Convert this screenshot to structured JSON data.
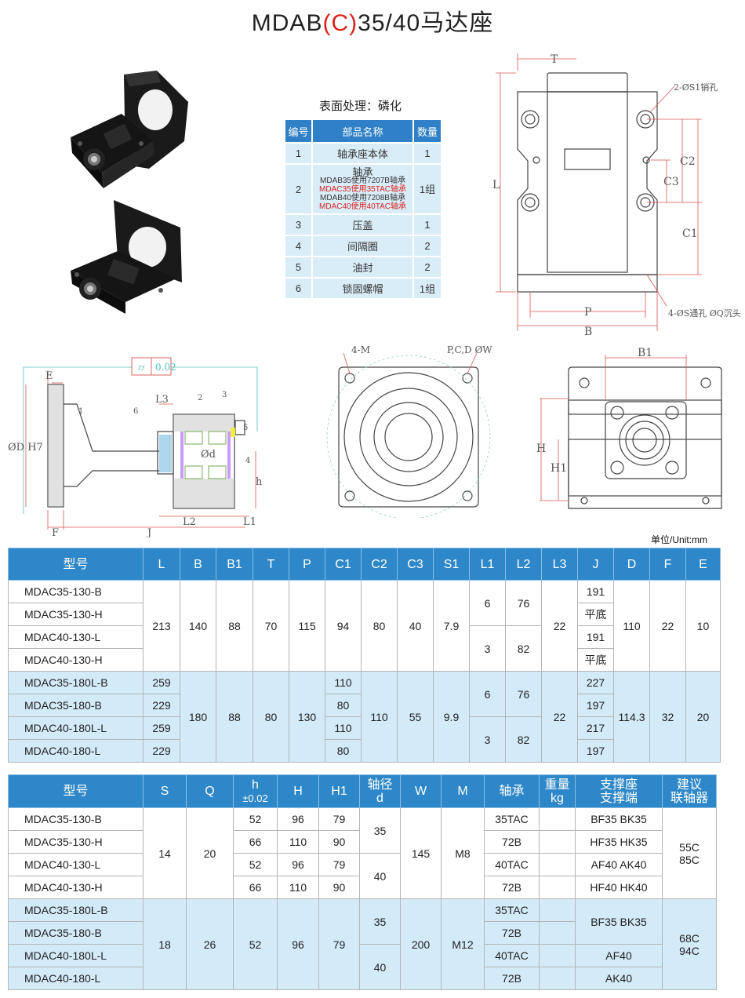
{
  "title": {
    "prefix": "MDAB",
    "paren_open": "(",
    "red": "C",
    "paren_close": ")",
    "suffix": "35/40马达座"
  },
  "surface": "表面处理：磷化",
  "parts_table": {
    "headers": [
      "编号",
      "部品名称",
      "数量"
    ],
    "rows": [
      {
        "no": "1",
        "name": "轴承座本体",
        "qty": "1"
      },
      {
        "no": "2",
        "name": "轴承",
        "qty": "1组",
        "lines": [
          {
            "text": "MDAB35使用7207B轴承",
            "red": false
          },
          {
            "text": "MDAC35使用35TAC轴承",
            "red": true
          },
          {
            "text": "MDAB40使用7208B轴承",
            "red": false
          },
          {
            "text": "MDAC40使用40TAC轴承",
            "red": true
          }
        ]
      },
      {
        "no": "3",
        "name": "压盖",
        "qty": "1"
      },
      {
        "no": "4",
        "name": "间隔圈",
        "qty": "2"
      },
      {
        "no": "5",
        "name": "油封",
        "qty": "2"
      },
      {
        "no": "6",
        "name": "锁固螺帽",
        "qty": "1组"
      }
    ]
  },
  "drawing_labels": {
    "T": "T",
    "L": "L",
    "C1": "C1",
    "C2": "C2",
    "C3": "C3",
    "P": "P",
    "B": "B",
    "pin": "2-ØS1销孔",
    "thru": "4-ØS通孔 ØQ沉头",
    "E": "E",
    "F": "F",
    "J": "J",
    "L1": "L1",
    "L2": "L2",
    "L3": "L3",
    "h": "h",
    "D": "ØD H7",
    "d": "Ød",
    "tol": "0.02",
    "n1": "1",
    "n2": "2",
    "n3": "3",
    "n4": "4",
    "n5": "5",
    "n6": "6",
    "M": "4-M",
    "PCD": "P,C,D ØW",
    "B1": "B1",
    "H": "H",
    "H1": "H1"
  },
  "unit": "单位/Unit:mm",
  "table1": {
    "headers": [
      "型号",
      "L",
      "B",
      "B1",
      "T",
      "P",
      "C1",
      "C2",
      "C3",
      "S1",
      "L1",
      "L2",
      "L3",
      "J",
      "D",
      "F",
      "E"
    ],
    "g1_models": [
      "MDAC35-130-B",
      "MDAC35-130-H",
      "MDAC40-130-L",
      "MDAC40-130-H"
    ],
    "g1": {
      "L": "213",
      "B": "140",
      "B1": "88",
      "T": "70",
      "P": "115",
      "C1": "94",
      "C2": "80",
      "C3": "40",
      "S1": "7.9",
      "L1a": "6",
      "L2a": "76",
      "L1b": "3",
      "L2b": "82",
      "L3": "22",
      "J": [
        "191",
        "平底",
        "191",
        "平底"
      ],
      "D": "110",
      "F": "22",
      "E": "10"
    },
    "g2_models": [
      "MDAC35-180L-B",
      "MDAC35-180-B",
      "MDAC40-180L-L",
      "MDAC40-180-L"
    ],
    "g2": {
      "L": [
        "259",
        "229",
        "259",
        "229"
      ],
      "B": "180",
      "B1": "88",
      "T": "80",
      "P": "130",
      "C1": [
        "110",
        "80",
        "110",
        "80"
      ],
      "C2": "110",
      "C3": "55",
      "S1": "9.9",
      "L1a": "6",
      "L2a": "76",
      "L1b": "3",
      "L2b": "82",
      "L3": "22",
      "J": [
        "227",
        "197",
        "217",
        "197"
      ],
      "D": "114.3",
      "F": "32",
      "E": "20"
    }
  },
  "table2": {
    "headers": {
      "model": "型号",
      "S": "S",
      "Q": "Q",
      "h1": "h",
      "h2": "±0.02",
      "H": "H",
      "H1": "H1",
      "d1": "轴径",
      "d2": "d",
      "W": "W",
      "M": "M",
      "brg": "轴承",
      "wt1": "重量",
      "wt2": "kg",
      "sup1": "支撑座",
      "sup2": "支撑端",
      "cp1": "建议",
      "cp2": "联轴器"
    },
    "g1_models": [
      "MDAC35-130-B",
      "MDAC35-130-H",
      "MDAC40-130-L",
      "MDAC40-130-H"
    ],
    "g1": {
      "S": "14",
      "Q": "20",
      "h": [
        "52",
        "66",
        "52",
        "66"
      ],
      "H": [
        "96",
        "110",
        "96",
        "110"
      ],
      "H1": [
        "79",
        "90",
        "79",
        "90"
      ],
      "d": [
        "35",
        "40"
      ],
      "W": "145",
      "M": "M8",
      "brg": [
        "35TAC",
        "72B",
        "40TAC",
        "72B"
      ],
      "sup": [
        "BF35 BK35",
        "HF35 HK35",
        "AF40 AK40",
        "HF40 HK40"
      ],
      "cp": [
        "55C",
        "85C"
      ]
    },
    "g2_models": [
      "MDAC35-180L-B",
      "MDAC35-180-B",
      "MDAC40-180L-L",
      "MDAC40-180-L"
    ],
    "g2": {
      "S": "18",
      "Q": "26",
      "h": "52",
      "H": "96",
      "H1": "79",
      "d": [
        "35",
        "40"
      ],
      "W": "200",
      "M": "M12",
      "brg": [
        "35TAC",
        "72B",
        "40TAC",
        "72B"
      ],
      "sup": [
        "BF35 BK35",
        "AF40",
        "AK40"
      ],
      "cp": [
        "68C",
        "94C"
      ]
    }
  }
}
